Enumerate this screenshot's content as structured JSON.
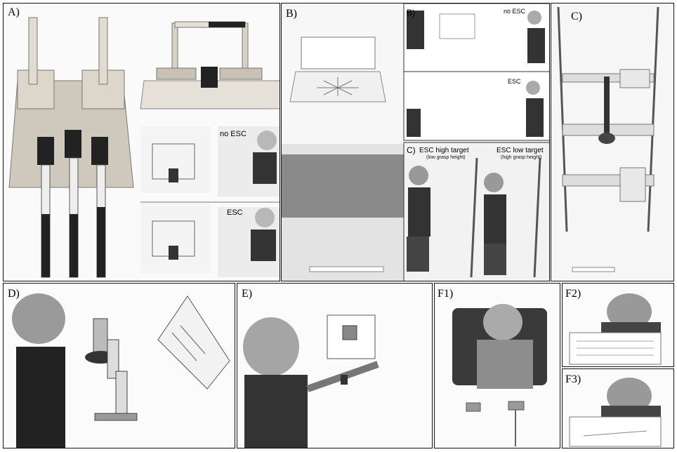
{
  "panels": {
    "a": {
      "label": "A)",
      "no_esc": "no ESC",
      "esc": "ESC"
    },
    "b": {
      "label": "B)",
      "inset_label": "B)",
      "no_esc": "no ESC",
      "esc": "ESC"
    },
    "b_c_inset": {
      "label": "C)",
      "esc_high": "ESC high target",
      "esc_high_sub": "(low grasp height)",
      "esc_low": "ESC low target",
      "esc_low_sub": "(high grasp height)"
    },
    "c": {
      "label": "C)"
    },
    "d": {
      "label": "D)"
    },
    "e": {
      "label": "E)"
    },
    "f1": {
      "label": "F1)"
    },
    "f2": {
      "label": "F2)"
    },
    "f3": {
      "label": "F3)"
    }
  }
}
